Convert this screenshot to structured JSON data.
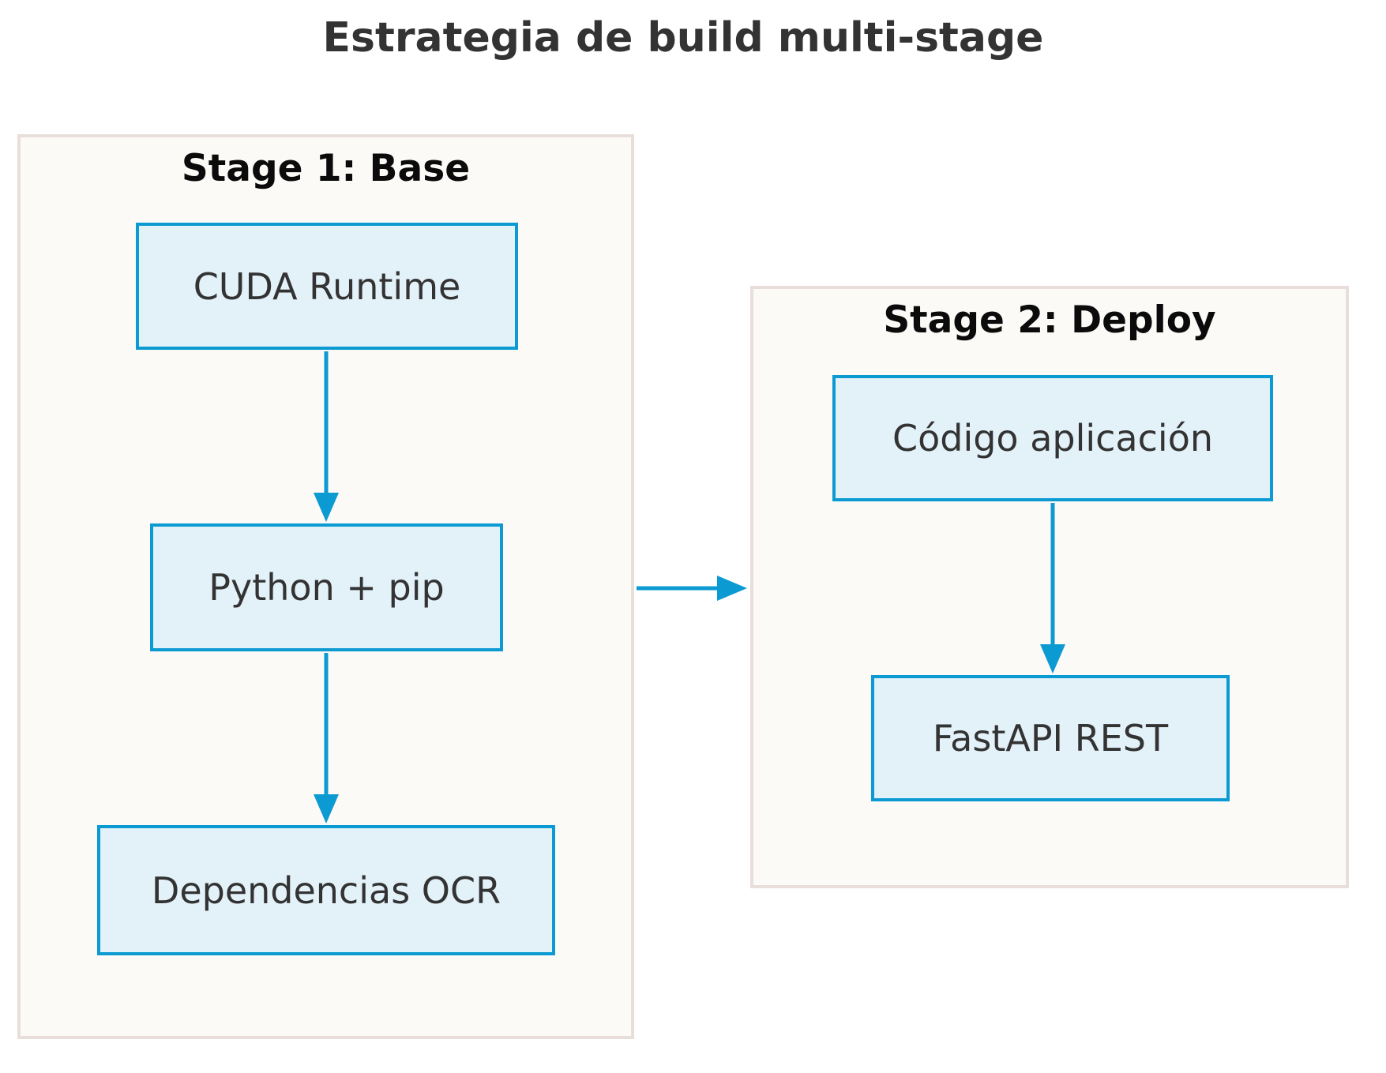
{
  "title": "Estrategia de build multi-stage",
  "clusters": [
    {
      "label": "Stage 1: Base",
      "nodes": [
        {
          "label": "CUDA Runtime"
        },
        {
          "label": "Python + pip"
        },
        {
          "label": "Dependencias OCR"
        }
      ]
    },
    {
      "label": "Stage 2: Deploy",
      "nodes": [
        {
          "label": "Código aplicación"
        },
        {
          "label": "FastAPI REST"
        }
      ]
    }
  ],
  "edges": [
    {
      "from": "CUDA Runtime",
      "to": "Python + pip"
    },
    {
      "from": "Python + pip",
      "to": "Dependencias OCR"
    },
    {
      "from": "Stage 1: Base",
      "to": "Stage 2: Deploy"
    },
    {
      "from": "Código aplicación",
      "to": "FastAPI REST"
    }
  ],
  "colors": {
    "node_fill": "#e3f1f9",
    "node_border": "#0b9ad1",
    "arrow": "#0b9ad1",
    "cluster_fill": "#fcfaf7",
    "cluster_border": "#e8deda",
    "node_text": "#333333",
    "cluster_label_text": "#0b0b0b",
    "title_text": "#333333",
    "background": "#ffffff"
  }
}
